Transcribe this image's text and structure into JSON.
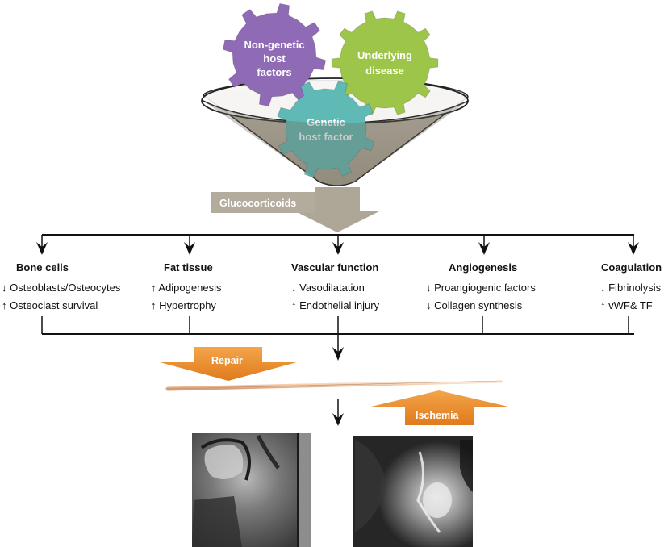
{
  "gears": {
    "non_genetic": {
      "lines": [
        "Non-genetic",
        "host",
        "factors"
      ],
      "color": "#8f6bb5"
    },
    "underlying": {
      "lines": [
        "Underlying",
        "disease"
      ],
      "color": "#9cc54a"
    },
    "genetic": {
      "lines": [
        "Genetic",
        "host factor"
      ],
      "color": "#5fbab5"
    }
  },
  "trigger": {
    "label": "Glucocorticoids",
    "color": "#b3ac9c"
  },
  "categories": [
    {
      "title": "Bone cells",
      "items": [
        {
          "arrow": "↓",
          "text": "Osteoblasts/Osteocytes"
        },
        {
          "arrow": "↑",
          "text": "Osteoclast survival"
        }
      ]
    },
    {
      "title": "Fat tissue",
      "items": [
        {
          "arrow": "↑",
          "text": "Adipogenesis"
        },
        {
          "arrow": "↑",
          "text": "Hypertrophy"
        }
      ]
    },
    {
      "title": "Vascular function",
      "items": [
        {
          "arrow": "↓",
          "text": "Vasodilatation"
        },
        {
          "arrow": "↑",
          "text": "Endothelial injury"
        }
      ]
    },
    {
      "title": "Angiogenesis",
      "items": [
        {
          "arrow": "↓",
          "text": "Proangiogenic factors"
        },
        {
          "arrow": "↓",
          "text": "Collagen synthesis"
        }
      ]
    },
    {
      "title": "Coagulation",
      "items": [
        {
          "arrow": "↓",
          "text": "Fibrinolysis"
        },
        {
          "arrow": "↑",
          "text": "vWF& TF"
        }
      ]
    }
  ],
  "balance": {
    "repair_label": "Repair",
    "ischemia_label": "Ischemia",
    "arrow_color": "#e8862a"
  },
  "images": [
    {
      "name": "mri-femoral-head"
    },
    {
      "name": "xray-hip"
    }
  ]
}
